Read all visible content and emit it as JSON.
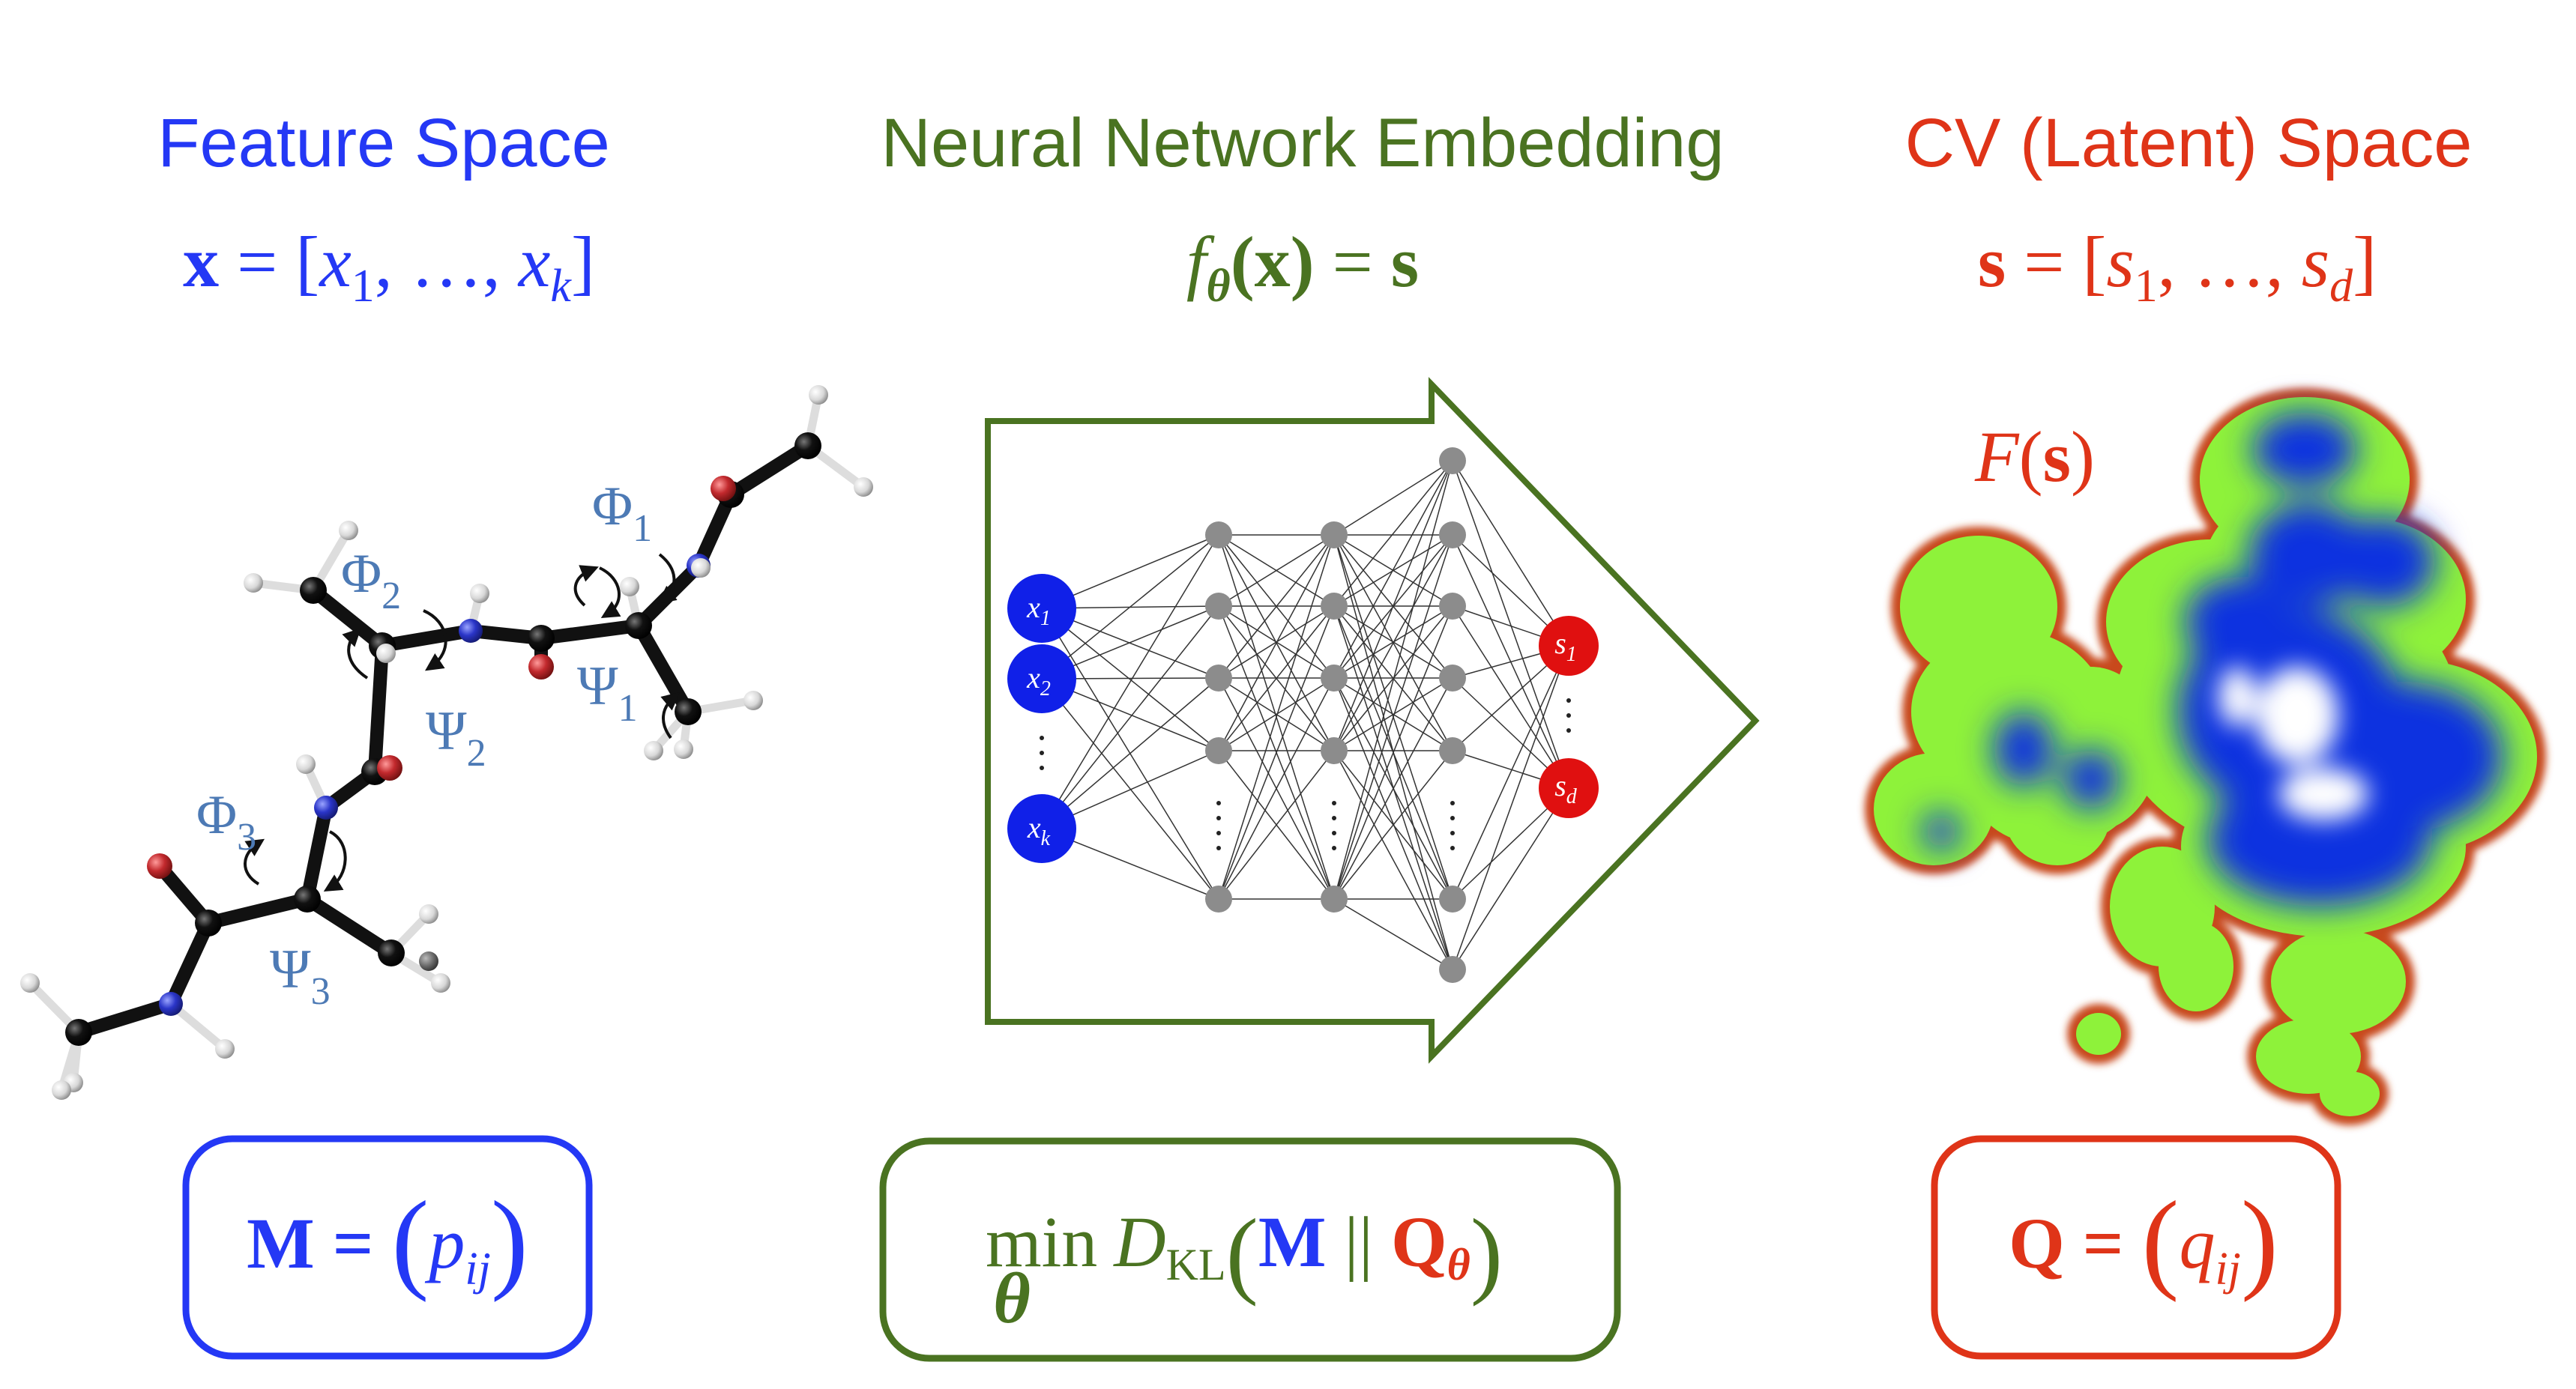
{
  "colors": {
    "feature": "#2438f5",
    "network": "#4a7321",
    "latent": "#df3418",
    "node_gray": "#8c8c8c",
    "node_input": "#1020e8",
    "node_output": "#e01010",
    "angle_label": "#4d7ab5",
    "landscape_green": "#8ef23a",
    "landscape_blue": "#1030e0"
  },
  "feature": {
    "title": "Feature Space",
    "formula": {
      "lhs": "x",
      "eq": " = [",
      "x1": "x",
      "sub1": "1",
      "mid": ", …, ",
      "xk": "x",
      "subk": "k",
      "close": "]"
    },
    "matrix": {
      "lhs": "M",
      "eq": " = ",
      "entry": "p",
      "sub": "ij"
    }
  },
  "network": {
    "title": "Neural Network Embedding",
    "formula": {
      "f": "f",
      "theta": "θ",
      "arg": "(x)",
      "eq": " = ",
      "rhs": "s"
    },
    "objective": {
      "min": "min",
      "min_sub": "θ",
      "D": "D",
      "D_sub": "KL",
      "M": "M",
      "bars": " || ",
      "Q": "Q",
      "Q_sub": "θ"
    },
    "inputs": [
      {
        "sym": "x",
        "sub": "1"
      },
      {
        "sym": "x",
        "sub": "2"
      },
      {
        "sym": "x",
        "sub": "k"
      }
    ],
    "outputs": [
      {
        "sym": "s",
        "sub": "1"
      },
      {
        "sym": "s",
        "sub": "d"
      }
    ]
  },
  "latent": {
    "title": "CV (Latent) Space",
    "formula": {
      "lhs": "s",
      "eq": " = [",
      "s1": "s",
      "sub1": "1",
      "mid": ", …, ",
      "sd": "s",
      "subd": "d",
      "close": "]"
    },
    "free_energy": {
      "F": "F",
      "arg": "s"
    },
    "matrix": {
      "lhs": "Q",
      "eq": " = ",
      "entry": "q",
      "sub": "ij"
    }
  },
  "molecule": {
    "angles": [
      {
        "sym": "Φ",
        "sub": "1"
      },
      {
        "sym": "Ψ",
        "sub": "1"
      },
      {
        "sym": "Φ",
        "sub": "2"
      },
      {
        "sym": "Ψ",
        "sub": "2"
      },
      {
        "sym": "Φ",
        "sub": "3"
      },
      {
        "sym": "Ψ",
        "sub": "3"
      }
    ]
  }
}
